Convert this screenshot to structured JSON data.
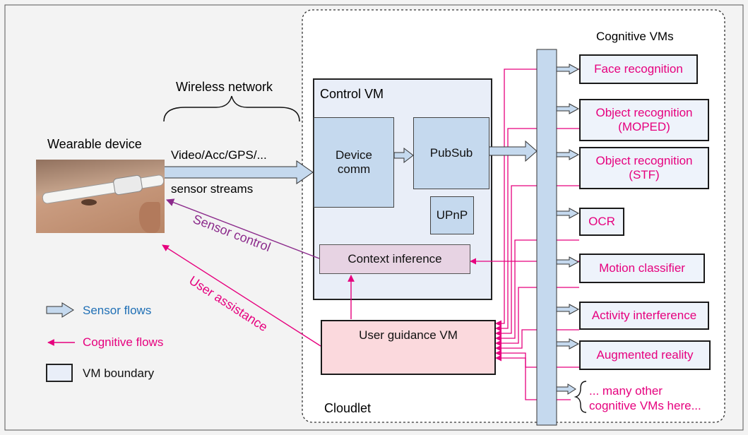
{
  "labels": {
    "cognitive_vms_title": "Cognitive VMs",
    "wireless_network": "Wireless network",
    "control_vm": "Control VM",
    "wearable_device": "Wearable device",
    "video_acc": "Video/Acc/GPS/...",
    "sensor_streams": "sensor streams",
    "sensor_control": "Sensor control",
    "user_assistance": "User assistance",
    "cloudlet": "Cloudlet"
  },
  "control_vm": {
    "device_comm_line1": "Device",
    "device_comm_line2": "comm",
    "pubsub": "PubSub",
    "upnp": "UPnP",
    "context_inference": "Context inference"
  },
  "user_guidance_vm": "User guidance VM",
  "cognitive_vms": [
    {
      "line1": "Face recognition",
      "line2": ""
    },
    {
      "line1": "Object recognition",
      "line2": "(MOPED)"
    },
    {
      "line1": "Object recognition",
      "line2": "(STF)"
    },
    {
      "line1": "OCR",
      "line2": ""
    },
    {
      "line1": "Motion classifier",
      "line2": ""
    },
    {
      "line1": "Activity interference",
      "line2": ""
    },
    {
      "line1": "Augmented reality",
      "line2": ""
    }
  ],
  "many_other": {
    "line1": "... many other",
    "line2": "cognitive VMs here..."
  },
  "legend": {
    "sensor_flows": "Sensor flows",
    "cognitive_flows": "Cognitive flows",
    "vm_boundary": "VM boundary"
  },
  "colors": {
    "magenta": "#e6007e",
    "purple": "#8b2a8b",
    "legend_blue": "#1f6fb5",
    "vm_fill": "#e9eef8",
    "block_fill": "#c5d9ee",
    "guidance_fill": "#fbd9dd",
    "context_fill": "#e7d3e3"
  }
}
